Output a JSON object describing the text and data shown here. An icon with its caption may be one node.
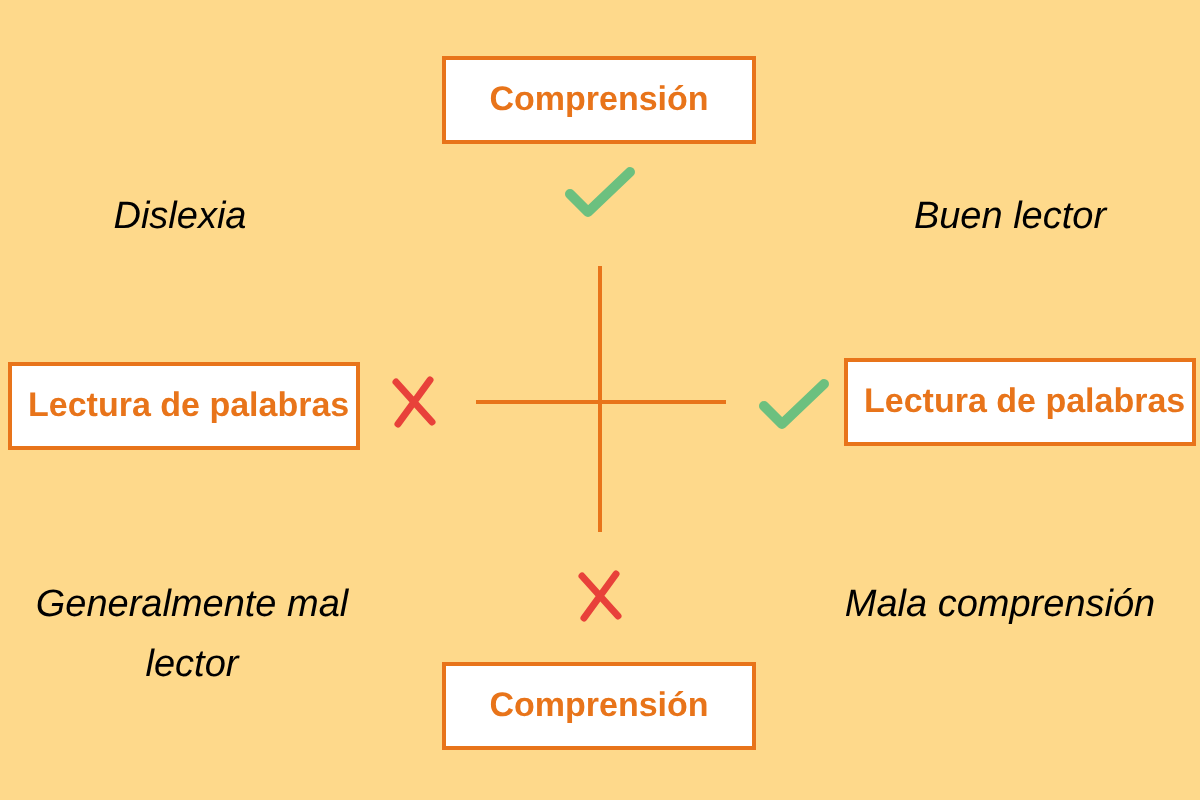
{
  "diagram": {
    "nodes": [
      {
        "text": [
          "Comprensión"
        ]
      },
      {
        "text": [
          "Lectura de palabras"
        ]
      },
      {
        "text": [
          "Lectura de palabras"
        ]
      },
      {
        "text": [
          "Comprensión"
        ]
      }
    ],
    "labels": [
      "Dislexia",
      "Buen lector",
      "Generalmente mal lector",
      "Mala comprensión"
    ]
  }
}
